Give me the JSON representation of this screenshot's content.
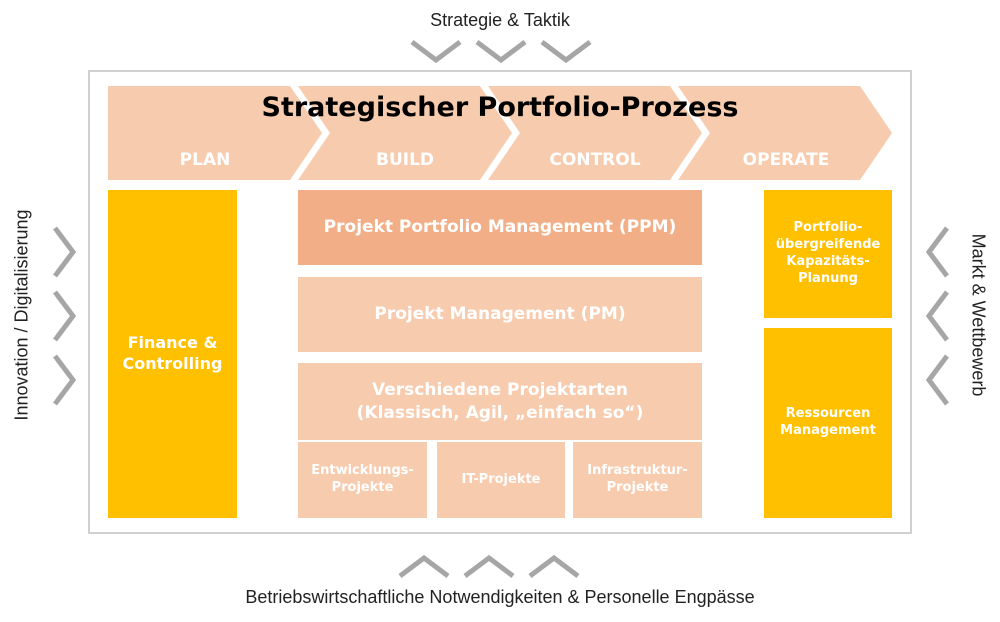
{
  "external": {
    "top": "Strategie & Taktik",
    "bottom": "Betriebswirtschaftliche Notwendigkeiten & Personelle Engpässe",
    "left": "Innovation / Digitalisierung",
    "right": "Markt & Wettbewerb"
  },
  "title": "Strategischer Portfolio-Prozess",
  "phases": [
    "PLAN",
    "BUILD",
    "CONTROL",
    "OPERATE"
  ],
  "left_box": "Finance & Controlling",
  "center": {
    "ppm": "Projekt Portfolio Management (PPM)",
    "pm": "Projekt Management (PM)",
    "types_line1": "Verschiedene Projektarten",
    "types_line2": "(Klassisch, Agil, „einfach so“)",
    "sub": [
      "Entwicklungs-Projekte",
      "IT-Projekte",
      "Infrastruktur-Projekte"
    ]
  },
  "right_boxes": [
    "Portfolio-übergreifende Kapazitäts-Planung",
    "Ressourcen Management"
  ],
  "colors": {
    "peach": "#f7cbae",
    "ppm": "#f2ae86",
    "yellow": "#ffc000",
    "chevron": "#a6a6a6"
  }
}
